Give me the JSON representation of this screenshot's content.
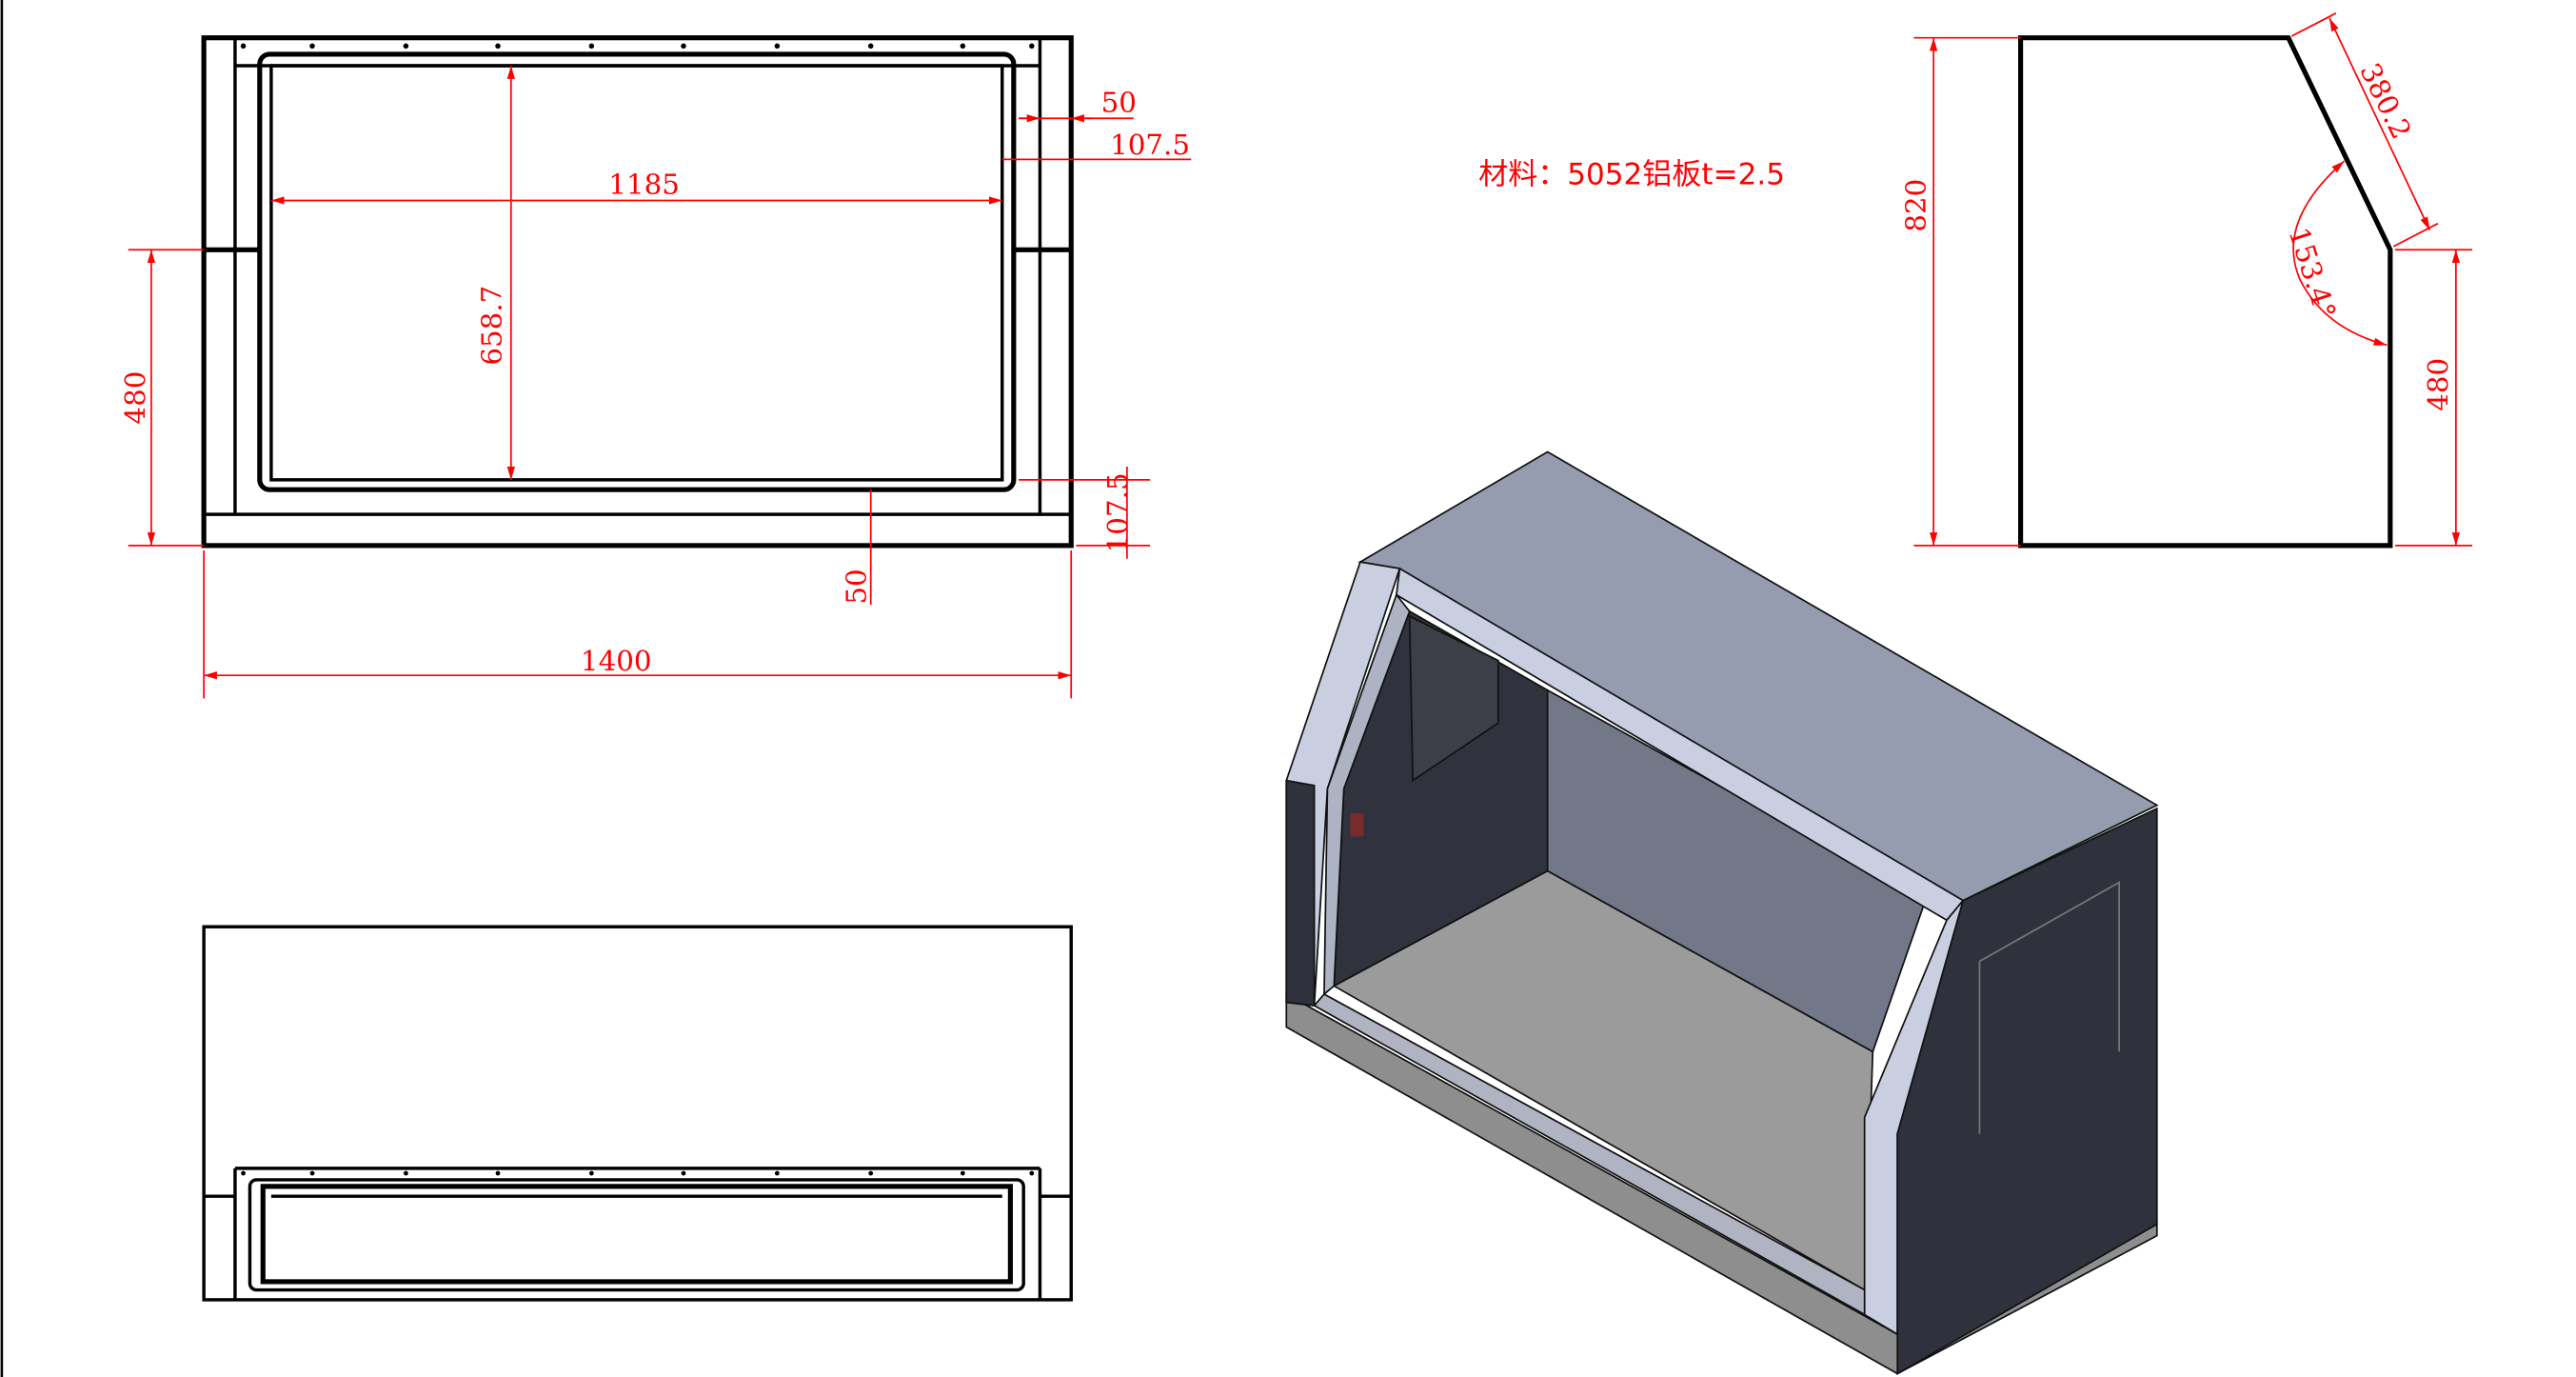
{
  "material_note": "材料：5052铝板t=2.5",
  "top_view": {
    "dims": {
      "inner_width": "1185",
      "inner_height": "658.7",
      "left_height": "480",
      "overall_width": "1400",
      "flange_right_50": "50",
      "flange_right_107": "107.5",
      "bottom_107": "107.5",
      "bottom_50": "50"
    }
  },
  "side_view": {
    "dims": {
      "height": "820",
      "slope_length": "380.2",
      "angle": "153.4°",
      "front_height": "480"
    }
  },
  "colors": {
    "dimension": "#ff0000",
    "lid": "#969cb0",
    "end_panel": "#2f323c",
    "back_wall": "#737889",
    "floor": "#9b9b9b",
    "frame": "#c9cee0"
  }
}
